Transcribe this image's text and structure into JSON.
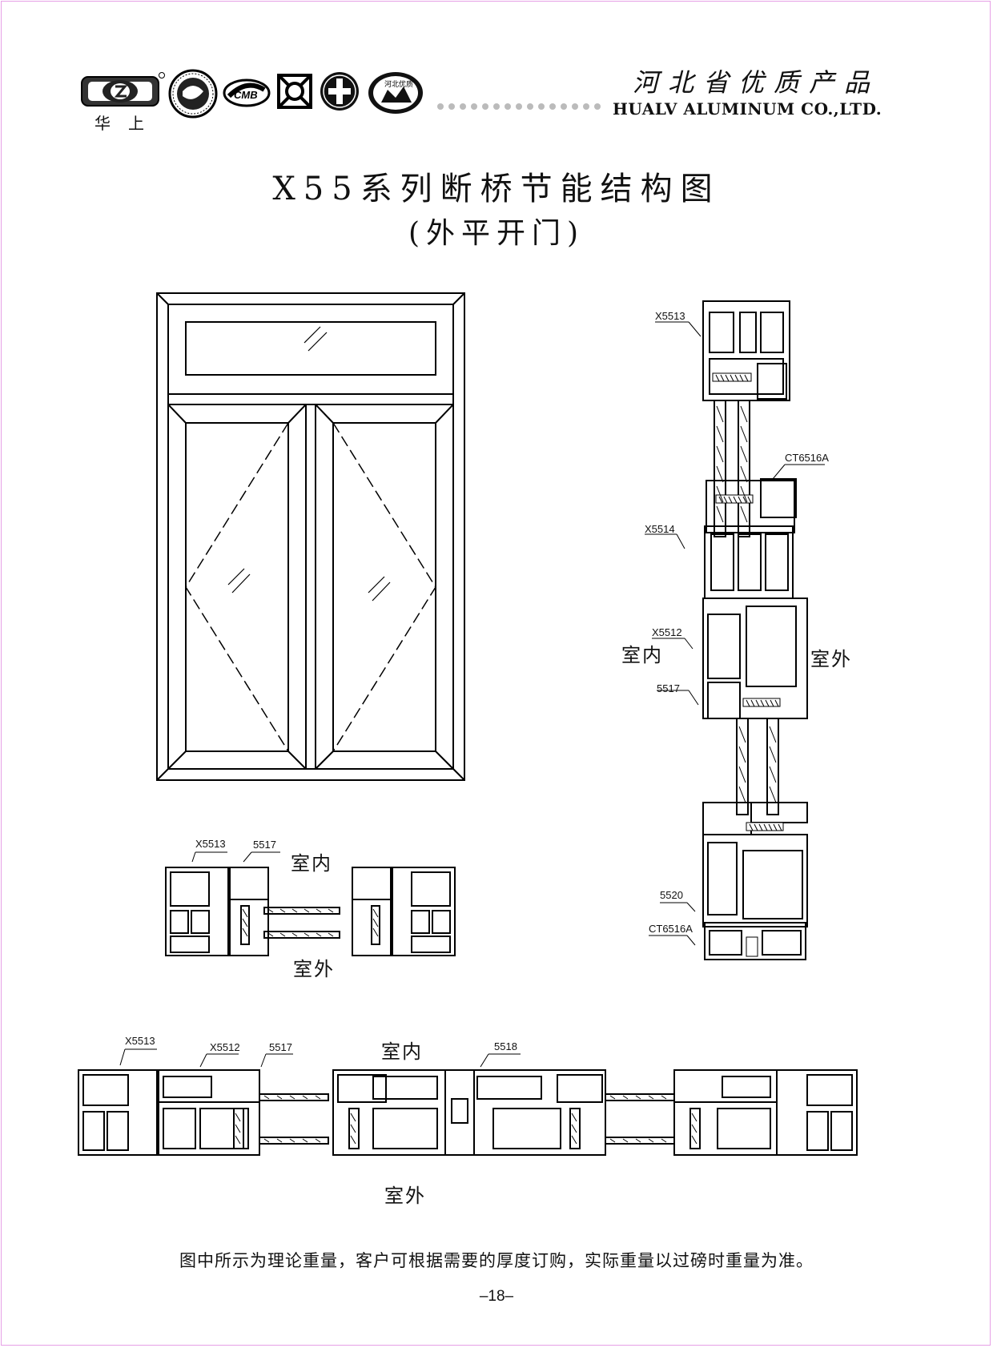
{
  "header": {
    "brand_mark": "华上",
    "product_honor": "河北省优质产品",
    "company": "HUALV ALUMINUM CO.,LTD.",
    "badge_icons": [
      "registered-mark",
      "globe-seal-icon",
      "cmpb-badge-icon",
      "quality-knot-icon",
      "emblem-icon",
      "hebei-seal-icon"
    ],
    "seal_text": "河北优质"
  },
  "title": {
    "main": "X55系列断桥节能结构图",
    "sub": "(外平开门)"
  },
  "vertical_section": {
    "labels": {
      "top_frame": "X5513",
      "transom_bar": "CT6516A",
      "mid_frame": "X5514",
      "sash": "X5512",
      "sash_stop": "5517",
      "bottom_sash": "5520",
      "bottom_sill": "CT6516A"
    },
    "indoor": "室内",
    "outdoor": "室外"
  },
  "small_horizontal_section": {
    "labels": {
      "frame": "X5513",
      "stop": "5517"
    },
    "indoor": "室内",
    "outdoor": "室外"
  },
  "wide_horizontal_section": {
    "labels": {
      "frame": "X5513",
      "sash": "X5512",
      "stop": "5517",
      "mullion": "5518"
    },
    "indoor": "室内",
    "outdoor": "室外"
  },
  "footer": {
    "note": "图中所示为理论重量，客户可根据需要的厚度订购，实际重量以过磅时重量为准。",
    "page": "–18–"
  }
}
